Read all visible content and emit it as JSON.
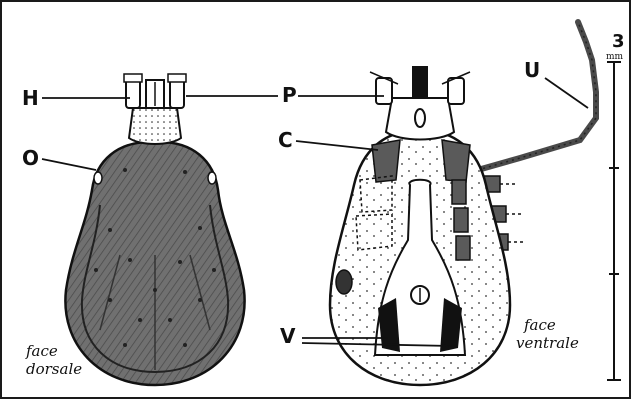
{
  "labels": {
    "H": "H",
    "O": "O",
    "P": "P",
    "C": "C",
    "U": "U",
    "V": "V"
  },
  "captions": {
    "dorsal_line1": "face",
    "dorsal_line2": "dorsale",
    "ventral_line1": "face",
    "ventral_line2": "ventrale"
  },
  "scale": {
    "value": "3",
    "unit": "mm"
  },
  "colors": {
    "ink": "#111111",
    "shield_gray": "#6e6e6e",
    "coxa_gray": "#5a5a5a",
    "background": "#ffffff"
  }
}
